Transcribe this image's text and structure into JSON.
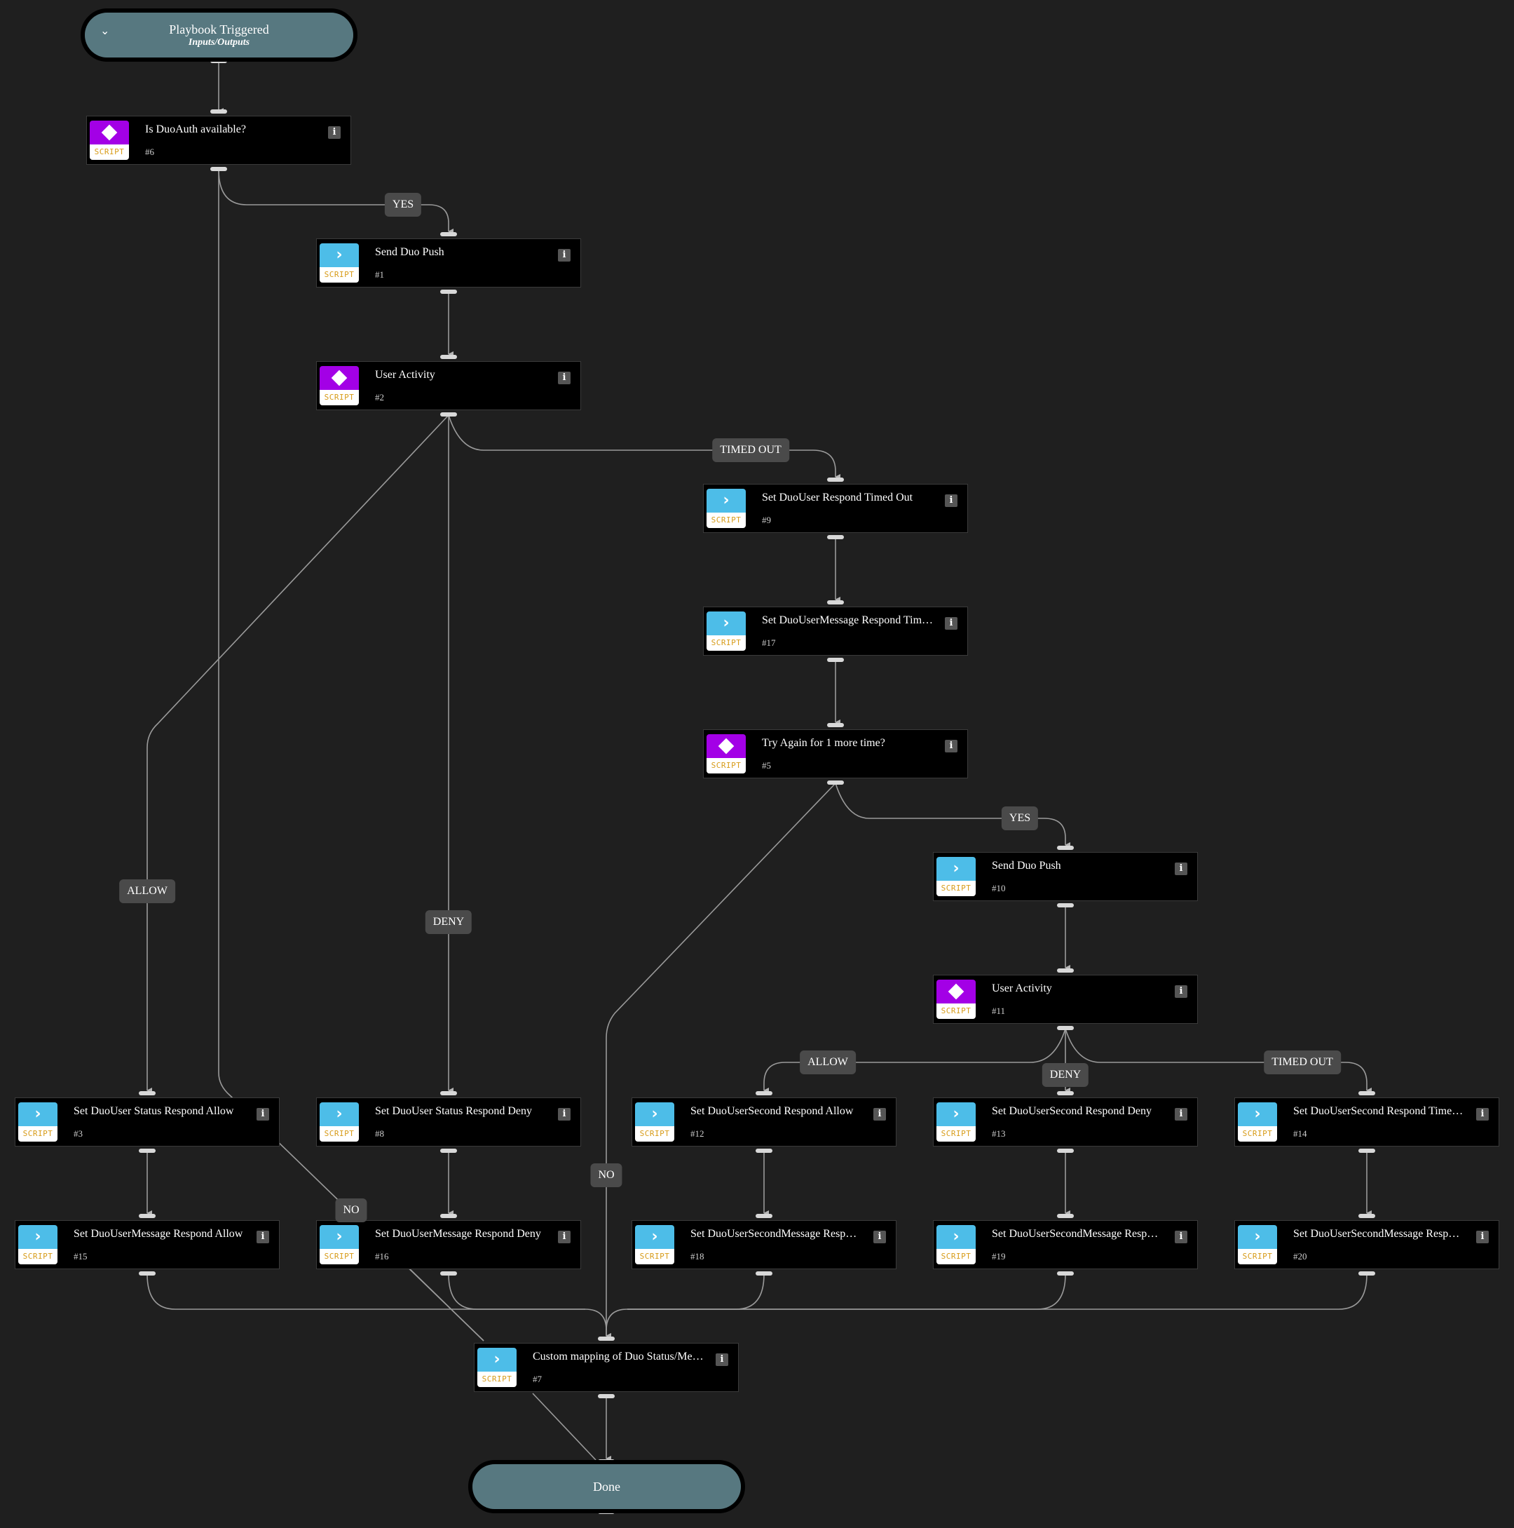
{
  "start": {
    "title": "Playbook Triggered",
    "subtitle": "Inputs/Outputs",
    "caret_icon": "chevron-down-icon"
  },
  "end": {
    "title": "Done"
  },
  "colors": {
    "background": "#1f1f1f",
    "command": "#4dbde8",
    "condition": "#a300e6",
    "pill": "#577880",
    "script_text": "#d79b17"
  },
  "tasks": [
    {
      "id": "6",
      "type": "condition",
      "title": "Is DuoAuth available?",
      "num": "#6",
      "tag": "SCRIPT"
    },
    {
      "id": "1",
      "type": "command",
      "title": "Send Duo Push",
      "num": "#1",
      "tag": "SCRIPT"
    },
    {
      "id": "2",
      "type": "condition",
      "title": "User Activity",
      "num": "#2",
      "tag": "SCRIPT"
    },
    {
      "id": "9",
      "type": "command",
      "title": "Set DuoUser Respond Timed Out",
      "num": "#9",
      "tag": "SCRIPT"
    },
    {
      "id": "17",
      "type": "command",
      "title": "Set DuoUserMessage Respond Timed Out",
      "num": "#17",
      "tag": "SCRIPT"
    },
    {
      "id": "5",
      "type": "condition",
      "title": "Try Again for 1 more time?",
      "num": "#5",
      "tag": "SCRIPT"
    },
    {
      "id": "10",
      "type": "command",
      "title": "Send Duo Push",
      "num": "#10",
      "tag": "SCRIPT"
    },
    {
      "id": "11",
      "type": "condition",
      "title": "User Activity",
      "num": "#11",
      "tag": "SCRIPT"
    },
    {
      "id": "3",
      "type": "command",
      "title": "Set DuoUser Status Respond Allow",
      "num": "#3",
      "tag": "SCRIPT"
    },
    {
      "id": "8",
      "type": "command",
      "title": "Set DuoUser Status Respond Deny",
      "num": "#8",
      "tag": "SCRIPT"
    },
    {
      "id": "12",
      "type": "command",
      "title": "Set DuoUserSecond Respond Allow",
      "num": "#12",
      "tag": "SCRIPT"
    },
    {
      "id": "13",
      "type": "command",
      "title": "Set DuoUserSecond Respond Deny",
      "num": "#13",
      "tag": "SCRIPT"
    },
    {
      "id": "14",
      "type": "command",
      "title": "Set DuoUserSecond Respond Timed Out",
      "num": "#14",
      "tag": "SCRIPT"
    },
    {
      "id": "15",
      "type": "command",
      "title": "Set DuoUserMessage Respond Allow",
      "num": "#15",
      "tag": "SCRIPT"
    },
    {
      "id": "16",
      "type": "command",
      "title": "Set DuoUserMessage Respond Deny",
      "num": "#16",
      "tag": "SCRIPT"
    },
    {
      "id": "18",
      "type": "command",
      "title": "Set DuoUserSecondMessage Respond Allow",
      "num": "#18",
      "tag": "SCRIPT"
    },
    {
      "id": "19",
      "type": "command",
      "title": "Set DuoUserSecondMessage Respond Deny",
      "num": "#19",
      "tag": "SCRIPT"
    },
    {
      "id": "20",
      "type": "command",
      "title": "Set DuoUserSecondMessage Respond Timed Out",
      "num": "#20",
      "tag": "SCRIPT"
    },
    {
      "id": "7",
      "type": "command",
      "title": "Custom mapping of Duo Status/Message",
      "num": "#7",
      "tag": "SCRIPT"
    }
  ],
  "edge_labels": [
    {
      "id": "yes-6-1",
      "text": "YES"
    },
    {
      "id": "timedout-2-9",
      "text": "TIMED OUT"
    },
    {
      "id": "allow-2-3",
      "text": "ALLOW"
    },
    {
      "id": "deny-2-8",
      "text": "DENY"
    },
    {
      "id": "yes-5-10",
      "text": "YES"
    },
    {
      "id": "no-5-7",
      "text": "NO"
    },
    {
      "id": "no-6-7",
      "text": "NO"
    },
    {
      "id": "allow-11-12",
      "text": "ALLOW"
    },
    {
      "id": "deny-11-13",
      "text": "DENY"
    },
    {
      "id": "timedout-11-14",
      "text": "TIMED OUT"
    }
  ]
}
